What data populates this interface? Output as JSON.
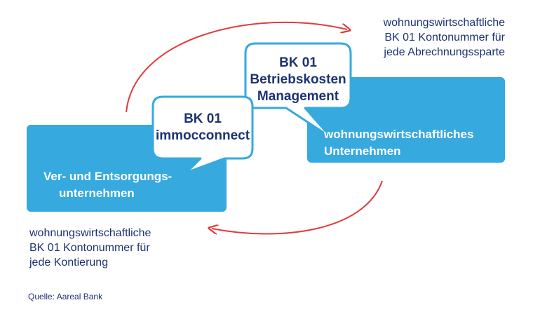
{
  "colors": {
    "blue_box": "#36a9df",
    "navy_text": "#1d3372",
    "arrow_red": "#e23b3b",
    "bubble_border": "#36a9df"
  },
  "left_box": {
    "line1": "Ver- und Entsorgungs-",
    "line2": "unternehmen"
  },
  "right_box": {
    "line1": "wohnungswirtschaftliches",
    "line2": "Unternehmen"
  },
  "bubble_left": {
    "line1": "BK 01",
    "line2": "immocconnect"
  },
  "bubble_right": {
    "line1": "BK 01",
    "line2": "Betriebskosten",
    "line3": "Management"
  },
  "note_top_right": {
    "line1": "wohnungswirtschaftliche",
    "line2": "BK 01 Kontonummer für",
    "line3": "jede Abrechnungssparte"
  },
  "note_bottom_left": {
    "line1": "wohnungswirtschaftliche",
    "line2": "BK 01 Kontonummer für",
    "line3": "jede Kontierung"
  },
  "source": "Quelle: Aareal Bank"
}
